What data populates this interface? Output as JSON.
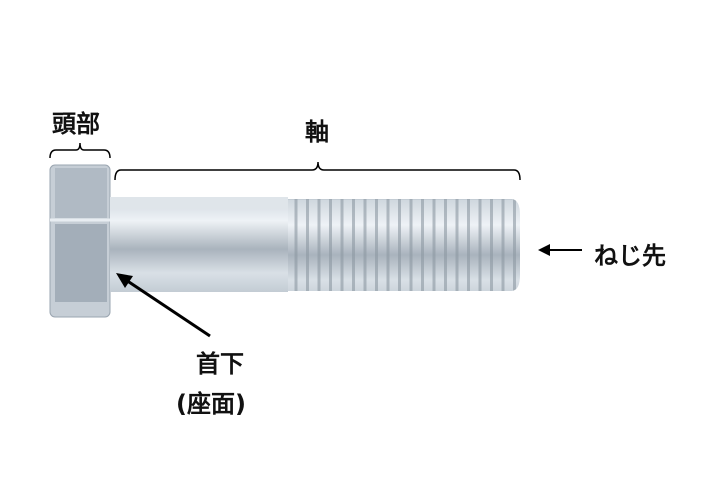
{
  "labels": {
    "head": "頭部",
    "shaft": "軸",
    "thread_tip": "ねじ先",
    "under_head": "首下",
    "bearing_surface": "(座面)"
  },
  "colors": {
    "metal_light": "#e4eaf0",
    "metal_mid": "#b9c3cc",
    "metal_dark": "#7f8b96",
    "line": "#000000"
  }
}
